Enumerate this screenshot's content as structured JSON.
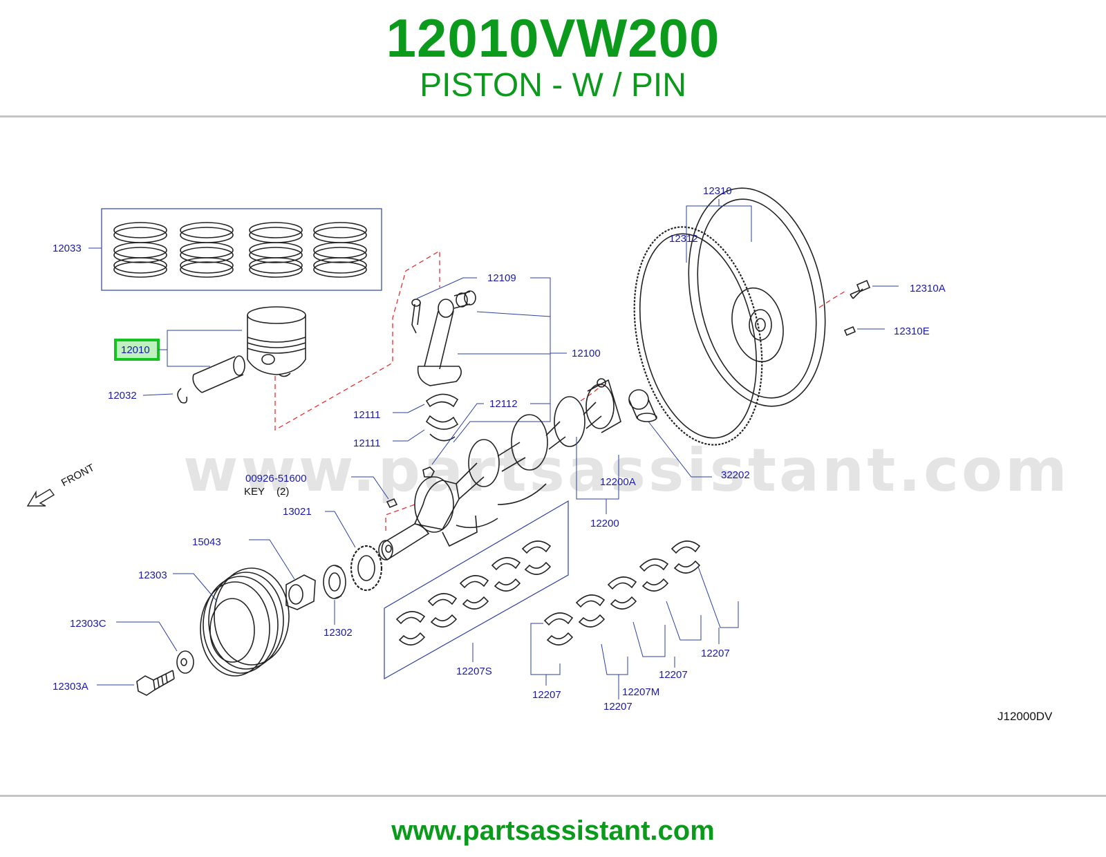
{
  "header": {
    "part_code": "12010VW200",
    "part_name": "PISTON - W / PIN"
  },
  "footer": {
    "url": "www.partsassistant.com"
  },
  "watermark": "www.partsassistant.com",
  "colors": {
    "brand_green": "#0b9a1c",
    "label_blue": "#1a1aa6",
    "leader_blue": "#2a3fa0",
    "highlight_border": "#12c41f",
    "highlight_fill": "#bff0bf",
    "dashed_red": "#e53030"
  },
  "diagram": {
    "drawing_code": "J12000DV",
    "front_label": "FRONT",
    "key_label": "KEY",
    "key_qty": "(2)",
    "selected_part": "12010",
    "labels": {
      "p12033": "12033",
      "p12010": "12010",
      "p12032": "12032",
      "p12109": "12109",
      "p12100": "12100",
      "p12111a": "12111",
      "p12111b": "12111",
      "p12112": "12112",
      "p00926": "00926-51600",
      "p13021": "13021",
      "p15043": "15043",
      "p12303": "12303",
      "p12303c": "12303C",
      "p12303a": "12303A",
      "p12302": "12302",
      "p12207s": "12207S",
      "p12310": "12310",
      "p12312": "12312",
      "p12310a": "12310A",
      "p12310e": "12310E",
      "p32202": "32202",
      "p12200a": "12200A",
      "p12200": "12200",
      "p12207a": "12207",
      "p12207b": "12207",
      "p12207c": "12207",
      "p12207d": "12207",
      "p12207m": "12207M"
    }
  }
}
